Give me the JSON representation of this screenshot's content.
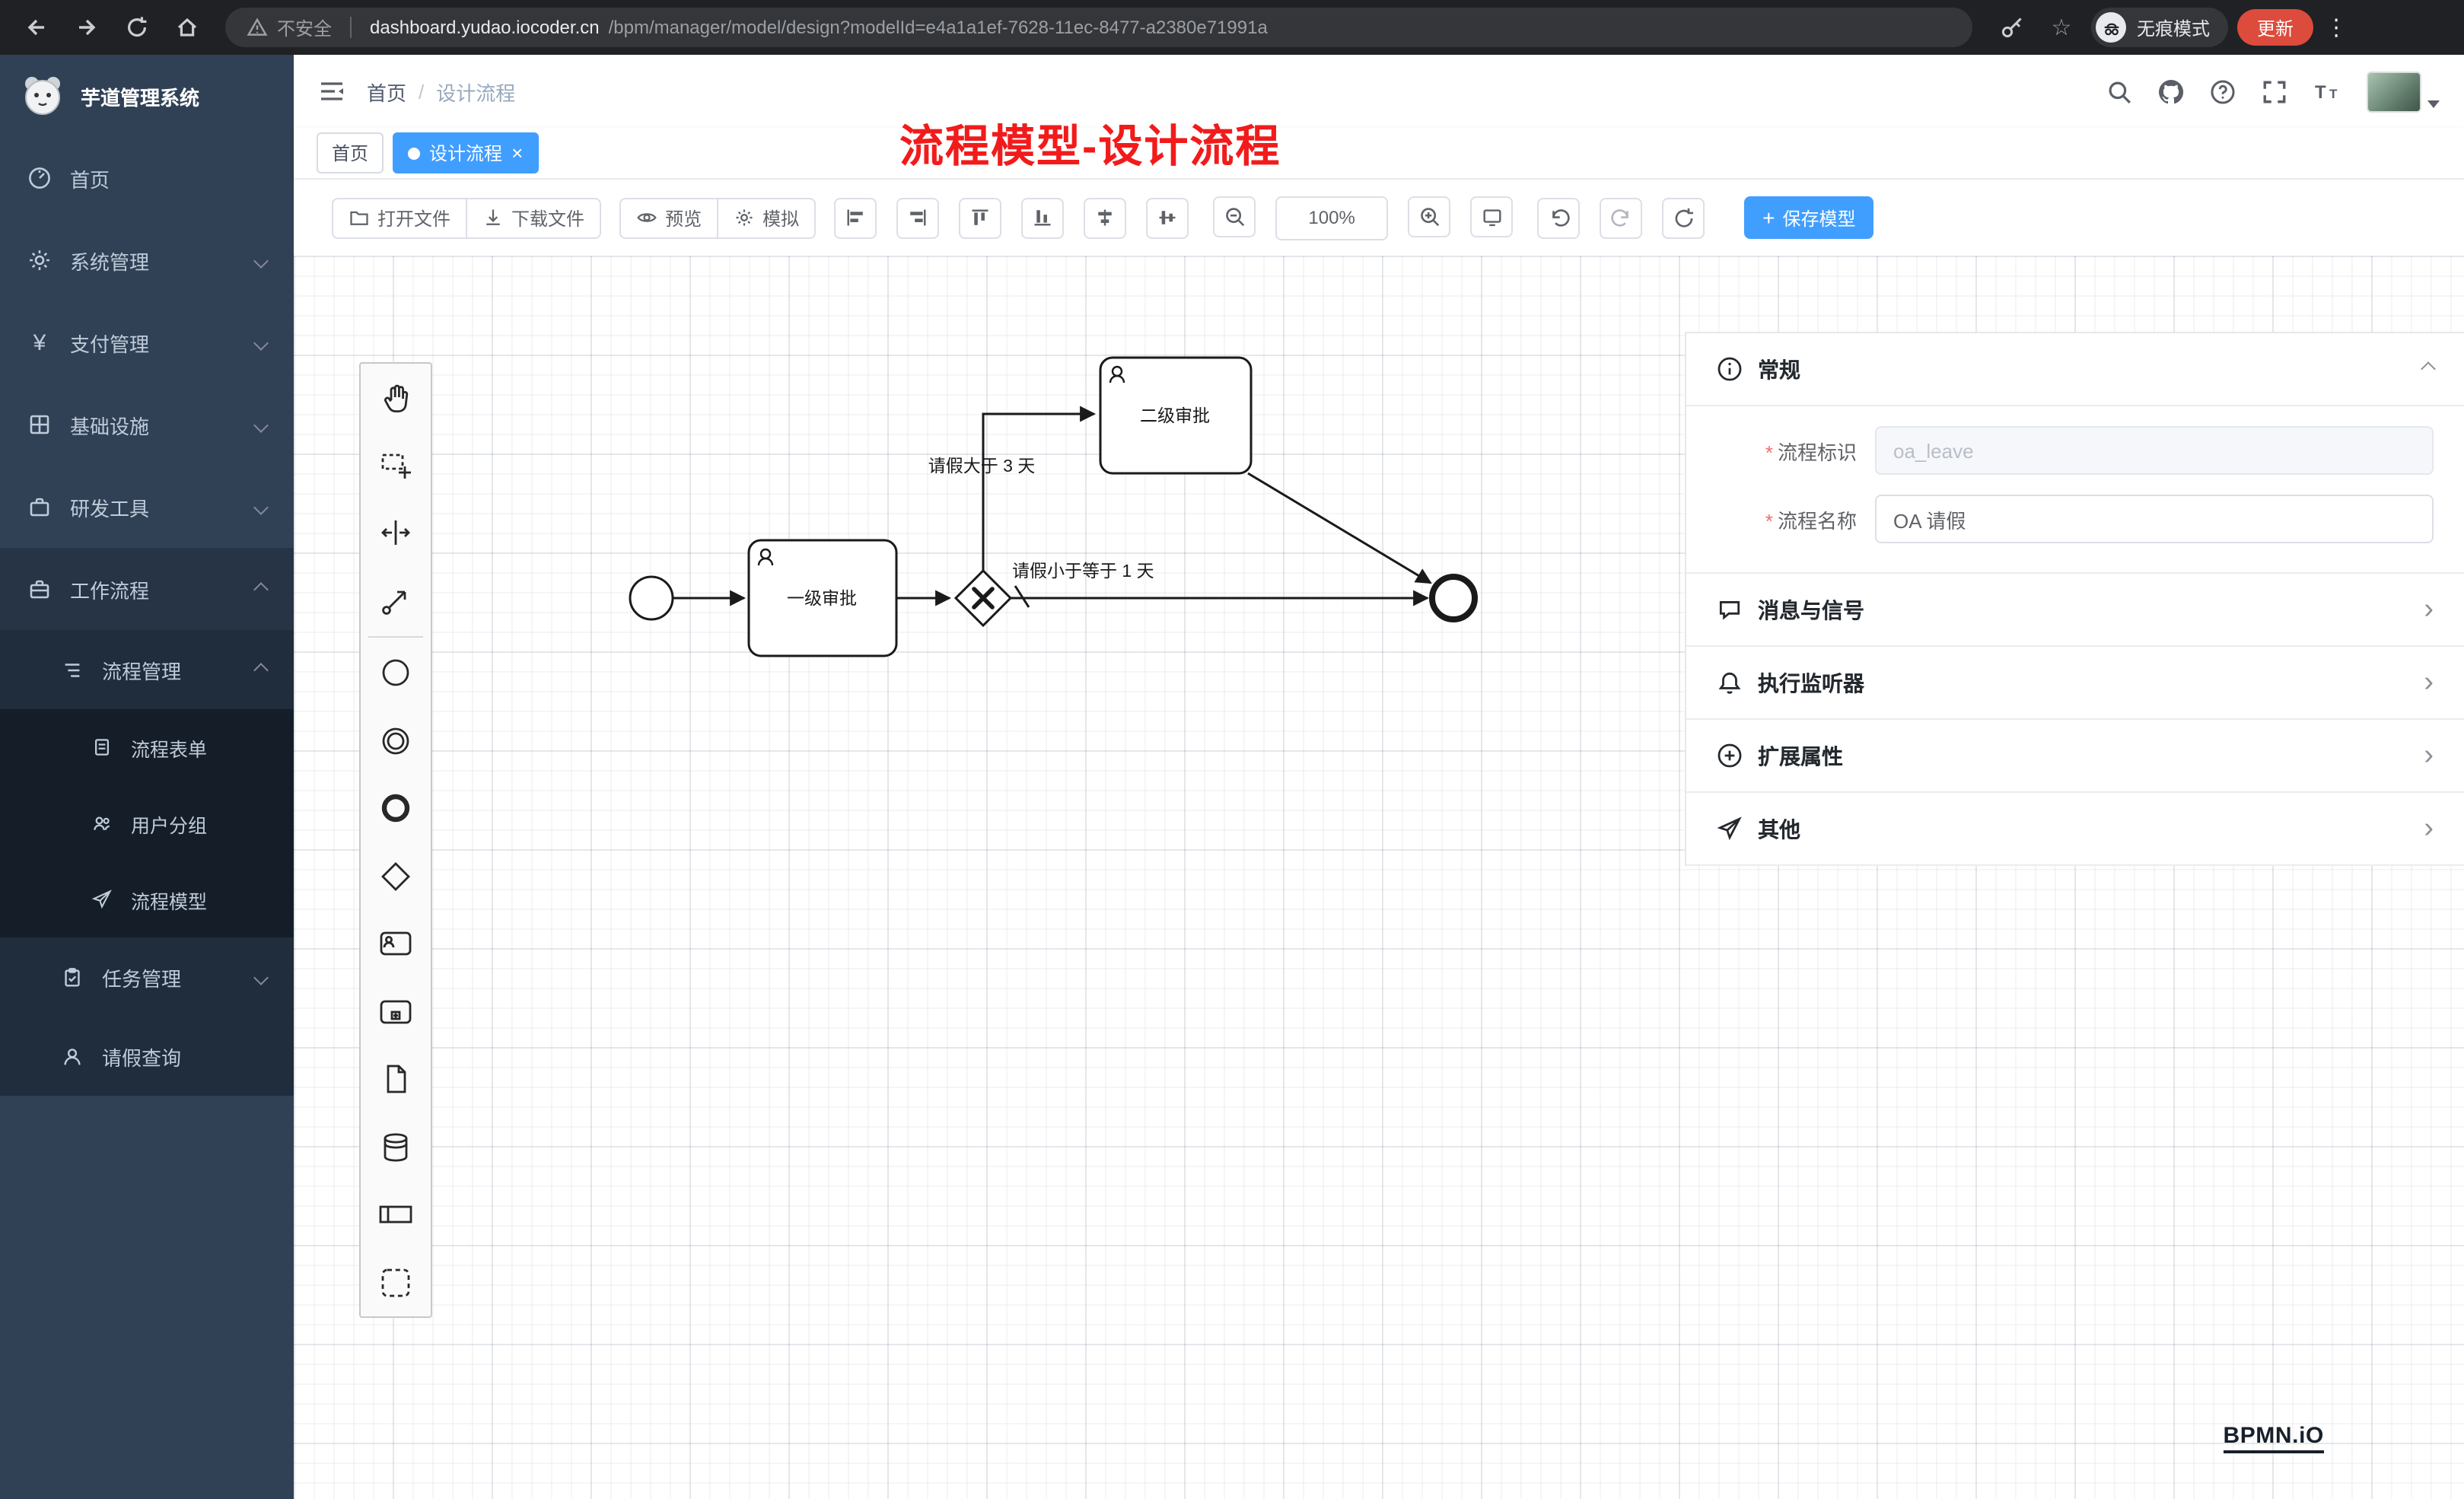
{
  "browser": {
    "security_warning": "不安全",
    "url_host": "dashboard.yudao.iocoder.cn",
    "url_path": "/bpm/manager/model/design?modelId=e4a1a1ef-7628-11ec-8477-a2380e71991a",
    "incognito_label": "无痕模式",
    "update_button": "更新"
  },
  "sidebar": {
    "app_title": "芋道管理系统",
    "items": [
      {
        "label": "首页"
      },
      {
        "label": "系统管理"
      },
      {
        "label": "支付管理"
      },
      {
        "label": "基础设施"
      },
      {
        "label": "研发工具"
      },
      {
        "label": "工作流程"
      },
      {
        "label": "流程管理"
      },
      {
        "label": "流程表单"
      },
      {
        "label": "用户分组"
      },
      {
        "label": "流程模型"
      },
      {
        "label": "任务管理"
      },
      {
        "label": "请假查询"
      }
    ]
  },
  "header": {
    "breadcrumb_home": "首页",
    "breadcrumb_separator": "/",
    "breadcrumb_current": "设计流程",
    "annotation": "流程模型-设计流程"
  },
  "tabs": {
    "home": "首页",
    "design": "设计流程"
  },
  "toolbar": {
    "open_file": "打开文件",
    "download_file": "下载文件",
    "preview": "预览",
    "simulate": "模拟",
    "zoom_level": "100%",
    "save_model": "保存模型"
  },
  "diagram": {
    "task_first": "一级审批",
    "task_second": "二级审批",
    "edge_gt3": "请假大于 3 天",
    "edge_le1": "请假小于等于 1 天"
  },
  "properties": {
    "section_general": "常规",
    "field_key_label": "流程标识",
    "field_key_value": "oa_leave",
    "field_name_label": "流程名称",
    "field_name_value": "OA 请假",
    "section_message": "消息与信号",
    "section_listener": "执行监听器",
    "section_ext": "扩展属性",
    "section_other": "其他"
  },
  "watermark": "BPMN.iO",
  "icons": {
    "menu_dots": "⋮",
    "star": "☆",
    "close": "×",
    "chevron_right": "›",
    "plus": "+",
    "yen": "¥",
    "required_mark": "*"
  },
  "colors": {
    "primary_blue": "#409eff",
    "sidebar_bg": "#304156",
    "annotation_red": "#f21b1b",
    "update_red": "#dc4b3c"
  }
}
